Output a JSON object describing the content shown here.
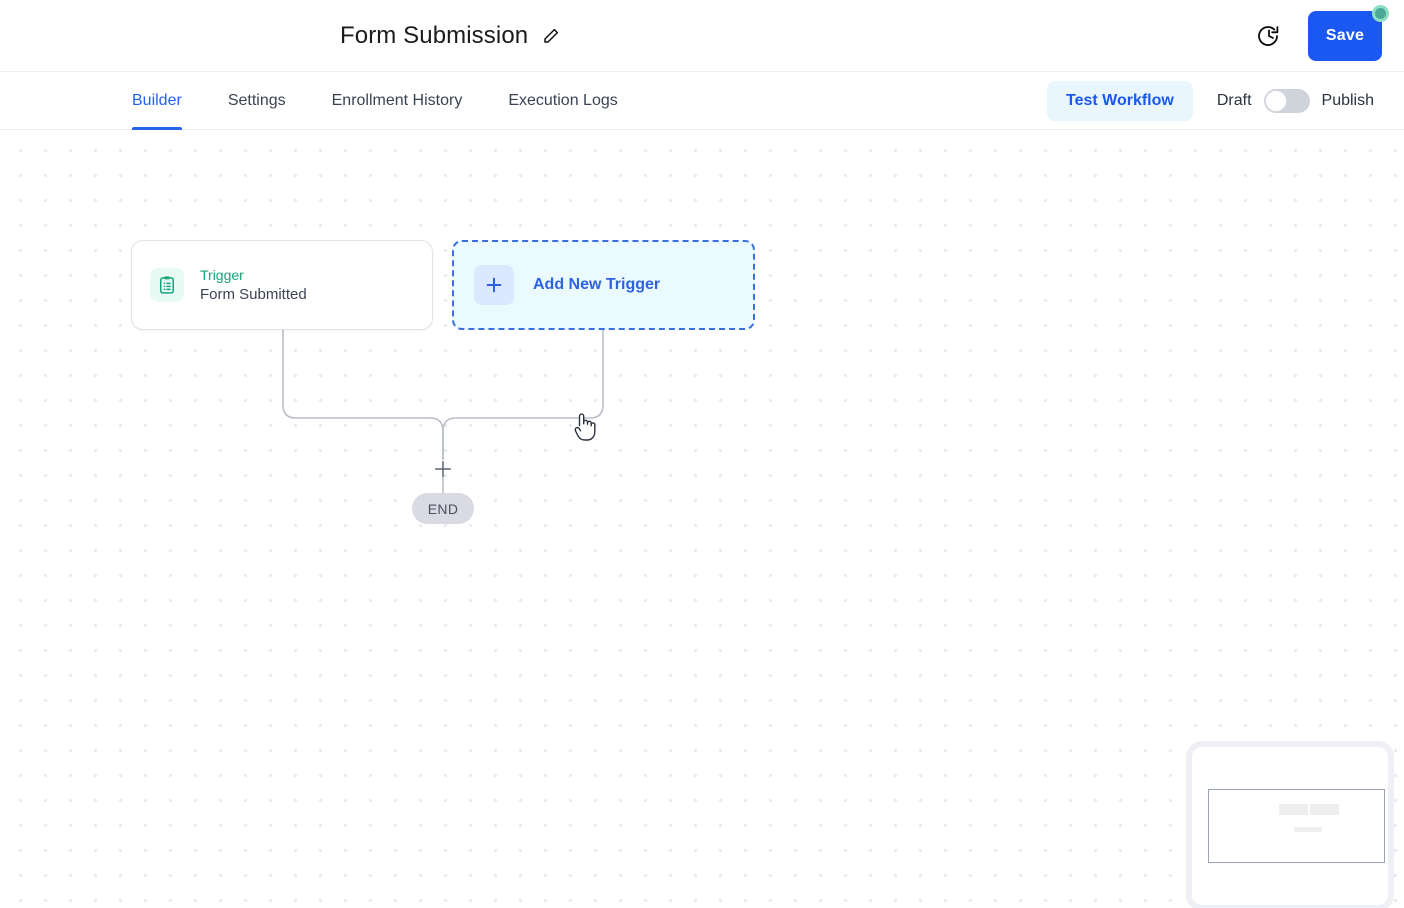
{
  "header": {
    "title": "Form Submission",
    "edit_icon": "pencil-icon",
    "history_icon": "history-clock-icon",
    "save_label": "Save",
    "save_badge": "unsaved-changes-dot",
    "accent_color": "#1b58f2",
    "badge_color": "#4aa896"
  },
  "tabs": [
    {
      "label": "Builder",
      "active": true
    },
    {
      "label": "Settings",
      "active": false
    },
    {
      "label": "Enrollment History",
      "active": false
    },
    {
      "label": "Execution Logs",
      "active": false
    }
  ],
  "tabbar_right": {
    "test_workflow_label": "Test Workflow",
    "draft_label": "Draft",
    "publish_label": "Publish",
    "toggle_state": "off"
  },
  "canvas": {
    "nodes": [
      {
        "id": "trigger",
        "icon": "clipboard-list-icon",
        "kind_label": "Trigger",
        "name_label": "Form Submitted",
        "kind_color": "#17a37a"
      },
      {
        "id": "add-new-trigger",
        "icon": "plus-icon",
        "label": "Add New Trigger",
        "accent_color": "#2f62e0"
      }
    ],
    "connector_plus": "+",
    "end_label": "END",
    "cursor": "pointing-hand-cursor"
  },
  "minimap": {
    "label": "minimap",
    "viewport_label": "minimap-viewport"
  }
}
